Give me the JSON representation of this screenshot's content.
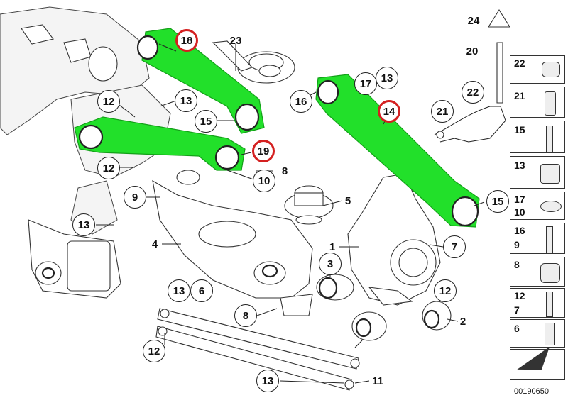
{
  "callouts": {
    "c18": "18",
    "c23": "23",
    "c12a": "12",
    "c13a": "13",
    "c15a": "15",
    "c19": "19",
    "c12b": "12",
    "c10": "10",
    "c8a": "8",
    "c9": "9",
    "c13b": "13",
    "c4": "4",
    "c5": "5",
    "c1": "1",
    "c3": "3",
    "c13c": "13",
    "c6": "6",
    "c8b": "8",
    "c12c": "12",
    "c13d": "13",
    "c11": "11",
    "c17": "17",
    "c13e": "13",
    "c16": "16",
    "c14": "14",
    "c15b": "15",
    "c7": "7",
    "c12d": "12",
    "c2": "2",
    "c24": "24",
    "c20": "20",
    "c22a": "22",
    "c21a": "21"
  },
  "legend": {
    "i22": "22",
    "i21": "21",
    "i15": "15",
    "i13": "13",
    "i17": "17",
    "i10": "10",
    "i16": "16",
    "i9": "9",
    "i8": "8",
    "i12": "12",
    "i7": "7",
    "i6": "6"
  },
  "reference_code": "00190650"
}
